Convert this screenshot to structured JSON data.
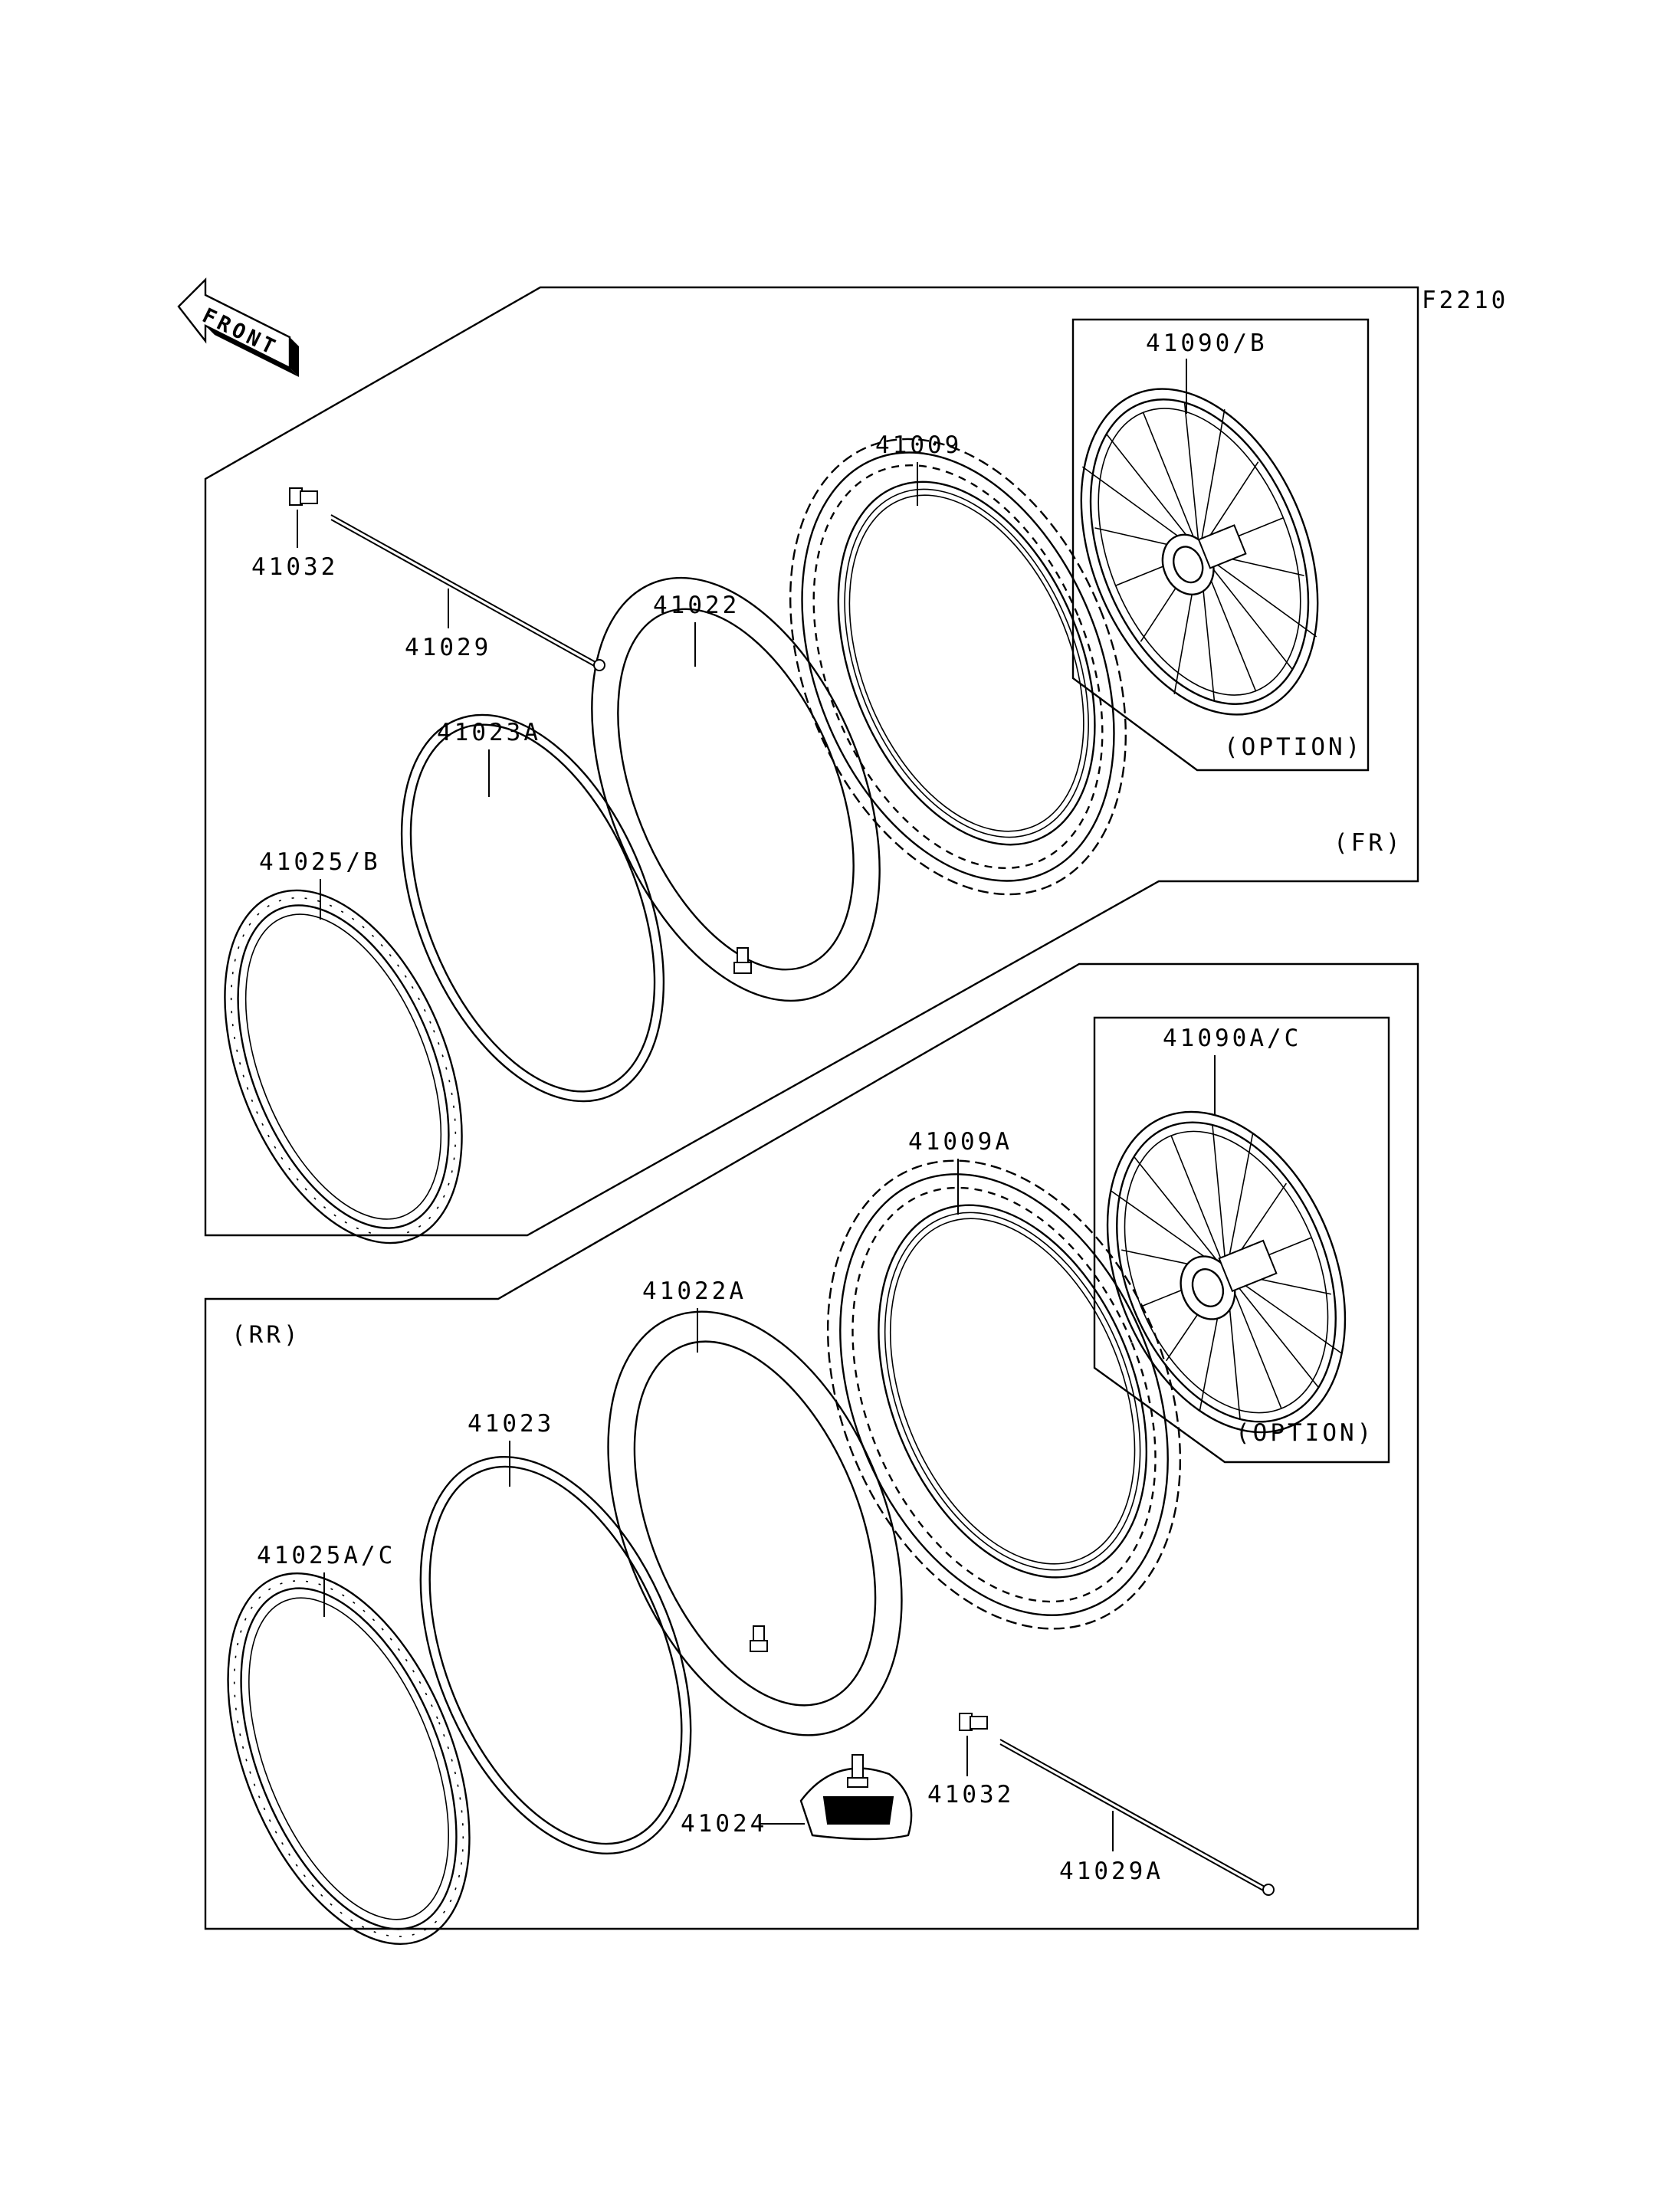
{
  "figure_code": "F2210",
  "front_arrow_label": "FRONT",
  "front_section": {
    "label": "(FR)",
    "option_label": "(OPTION)",
    "parts": {
      "wheel": "41090/B",
      "tire": "41009",
      "tube": "41022",
      "rim_band": "41023A",
      "rim": "41025/B",
      "nipple": "41032",
      "spoke": "41029"
    }
  },
  "rear_section": {
    "label": "(RR)",
    "option_label": "(OPTION)",
    "parts": {
      "wheel": "41090A/C",
      "tire": "41009A",
      "tube": "41022A",
      "rim_band": "41023",
      "rim": "41025A/C",
      "rim_lock": "41024",
      "nipple": "41032",
      "spoke": "41029A"
    }
  }
}
